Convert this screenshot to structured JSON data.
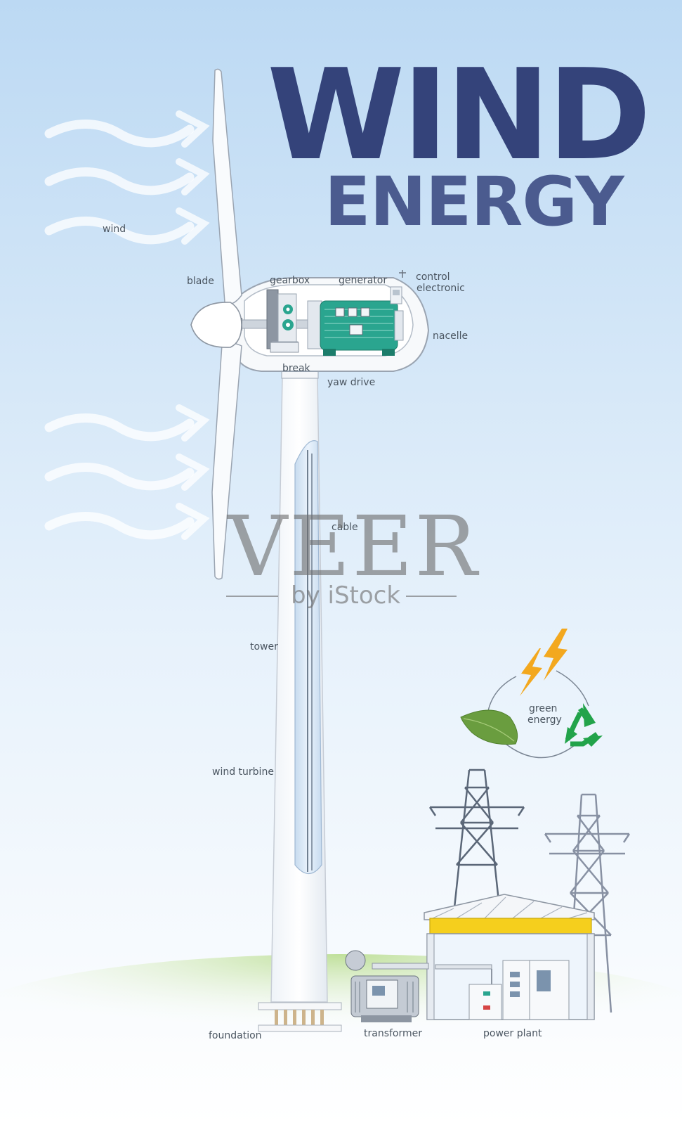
{
  "title": {
    "line1": "WIND",
    "line2": "ENERGY"
  },
  "labels": {
    "wind": "wind",
    "blade": "blade",
    "gearbox": "gearbox",
    "generator": "generator",
    "control_line1": "control",
    "control_line2": "electronic",
    "nacelle": "nacelle",
    "break": "break",
    "yaw_drive": "yaw drive",
    "cable": "cable",
    "tower": "tower",
    "wind_turbine": "wind turbine",
    "foundation": "foundation",
    "transformer": "transformer",
    "power_plant": "power plant",
    "green_line1": "green",
    "green_line2": "energy"
  },
  "watermark": {
    "brand": "VEER",
    "sub": "by iStock"
  },
  "colors": {
    "title": "#34437a",
    "title_secondary": "#4b5b8f",
    "sky_top": "#bcd9f3",
    "generator": "#2aa58f",
    "lightning": "#f3a81e",
    "leaf": "#6a9d3f",
    "recycle": "#22a34a",
    "crane": "#f5cf1d",
    "pylon": "#5b6778",
    "grass": "#c9e3a6"
  },
  "icons": [
    "wind-arrow-icon",
    "gear-icon",
    "lightning-icon",
    "leaf-icon",
    "recycle-icon",
    "pylon-icon",
    "crane-icon"
  ]
}
